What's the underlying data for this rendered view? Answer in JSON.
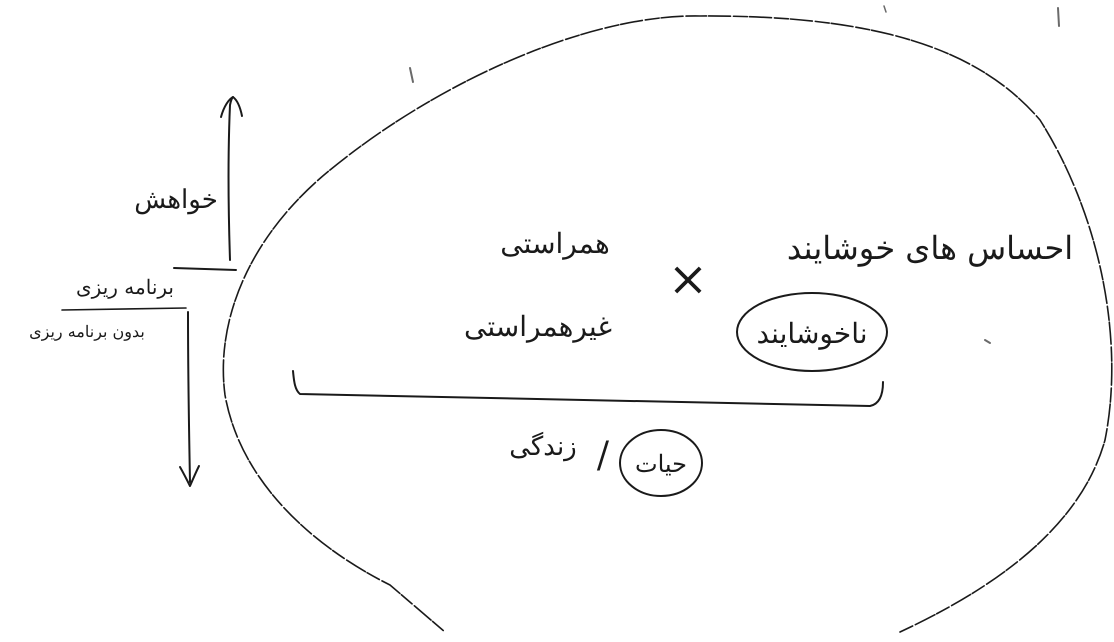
{
  "ink_color": "#1a1a1a",
  "paper_color": "#ffffff",
  "left_axis": {
    "top_label": "خواهش",
    "upper_label": "برنامه ریزی",
    "lower_label": "بدون برنامه ریزی"
  },
  "center": {
    "feelings_label": "احساس های خوشایند",
    "unpleasant_label": "ناخوشایند",
    "cross_symbol": "×",
    "congruent_label": "همراستی",
    "incongruent_label": "غیرهمراستی"
  },
  "bottom": {
    "life_label": "حیات",
    "separator": "/",
    "living_label": "زندگی"
  }
}
